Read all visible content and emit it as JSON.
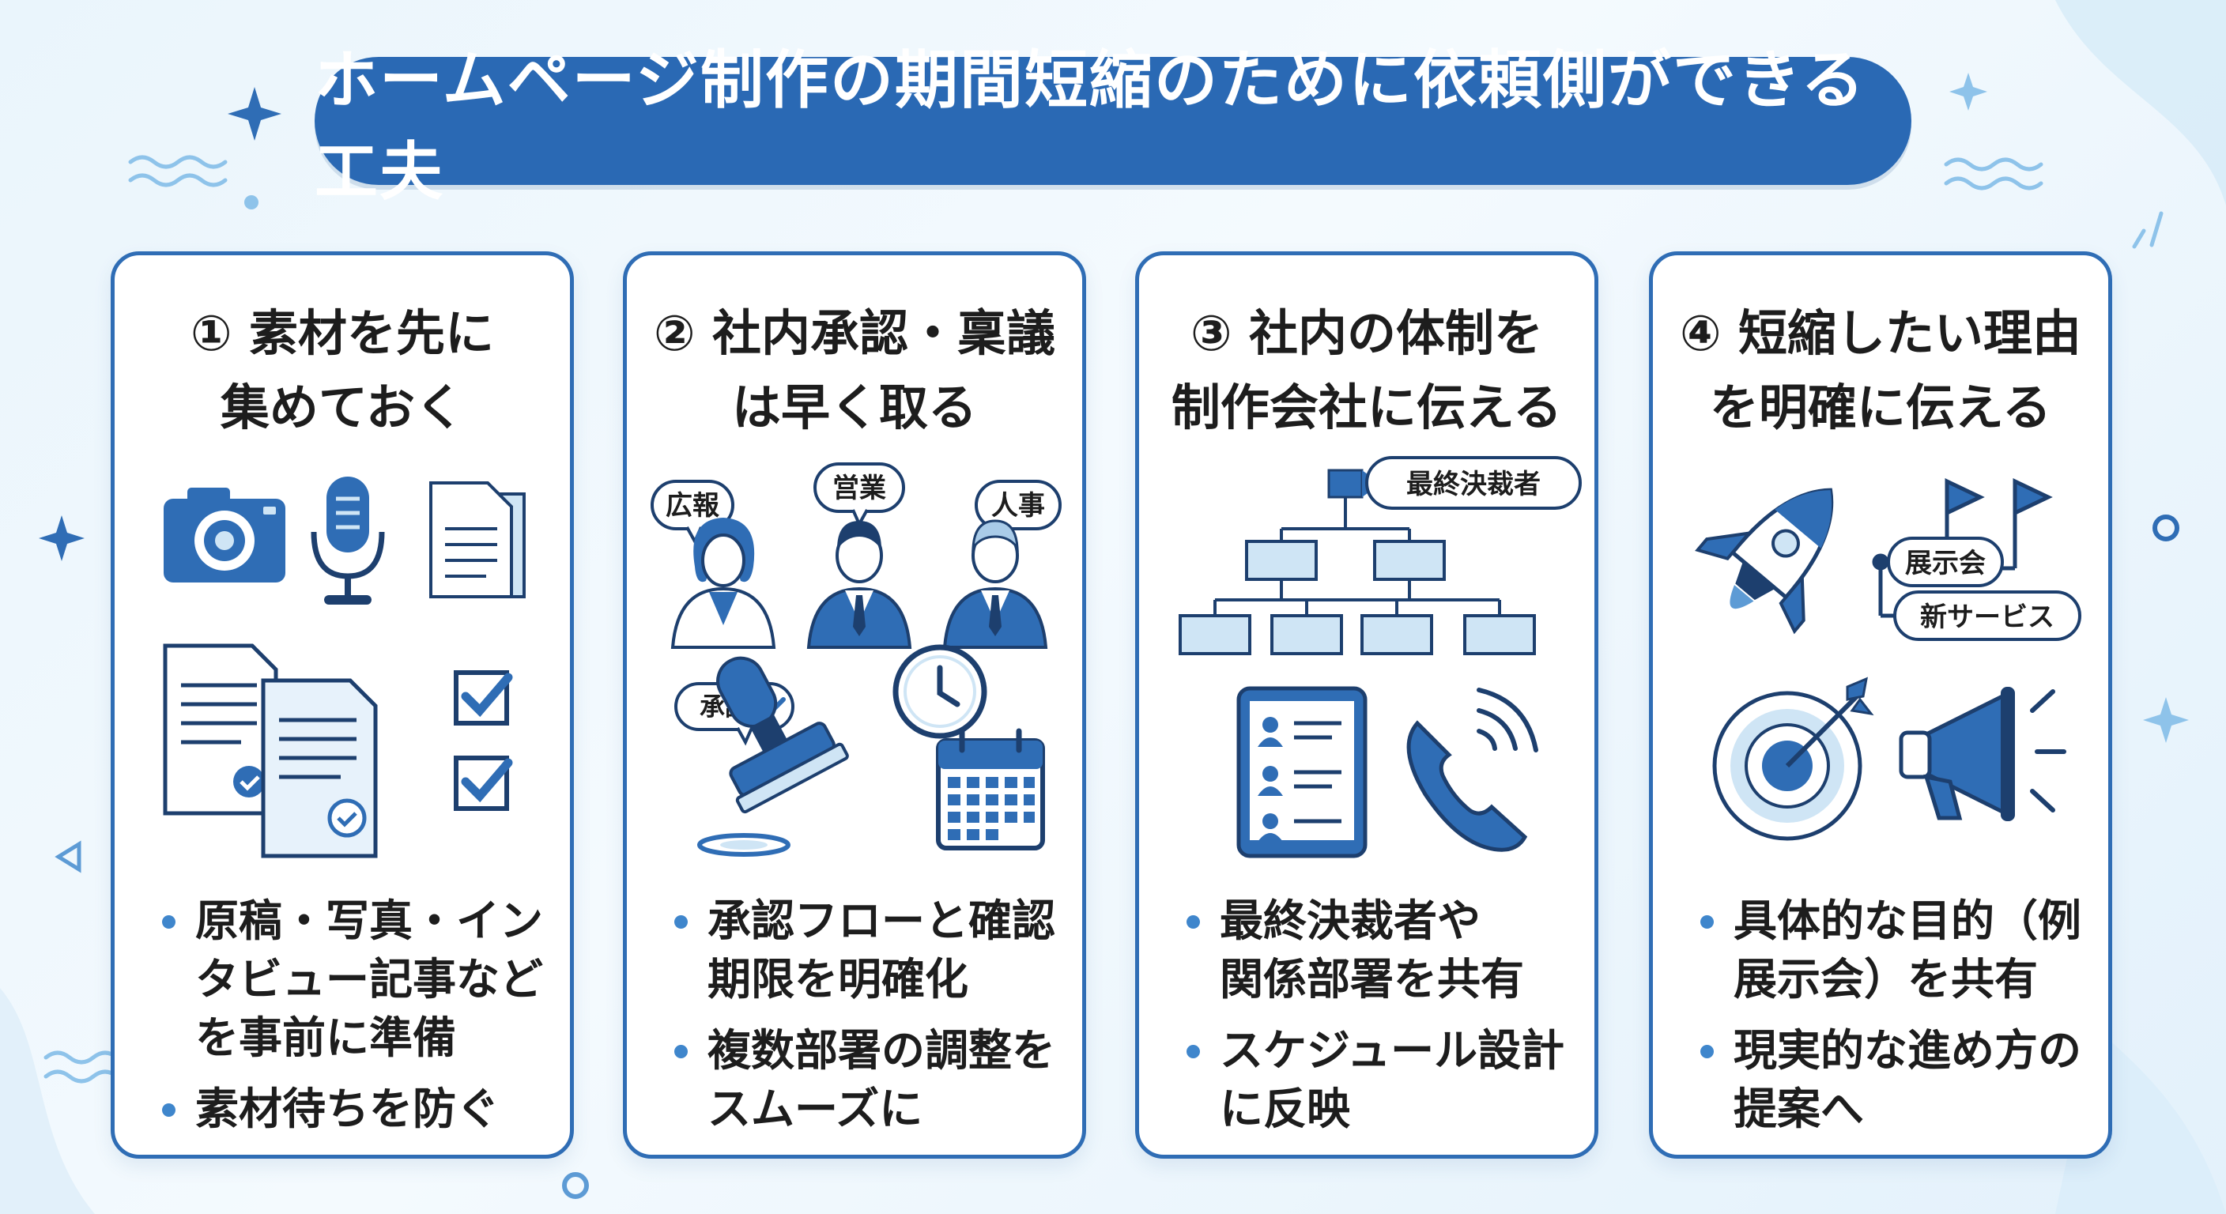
{
  "title": "ホームページ制作の期間短縮のために依頼側ができる工夫",
  "colors": {
    "primary": "#2a69b4",
    "light": "#cfe5f5",
    "mid": "#5d9bd5",
    "dark": "#1d3f6e",
    "text": "#1d1d1d"
  },
  "cards": [
    {
      "heading": [
        "① 素材を先に",
        "集めておく"
      ],
      "icons": [
        "camera-icon",
        "microphone-icon",
        "document-stack-icon",
        "checked-documents-icon",
        "checkbox-icon"
      ],
      "bullets": [
        [
          "原稿・写真・イン",
          "タビュー記事など",
          "を事前に準備"
        ],
        [
          "素材待ちを防ぐ"
        ]
      ]
    },
    {
      "heading": [
        "② 社内承認・稟議",
        "は早く取る"
      ],
      "labels": {
        "pr": "広報",
        "sales": "営業",
        "hr": "人事",
        "approval": "承認"
      },
      "icons": [
        "person-icon",
        "stamp-icon",
        "clock-icon",
        "calendar-icon",
        "check-icon"
      ],
      "bullets": [
        [
          "承認フローと確認",
          "期限を明確化"
        ],
        [
          "複数部署の調整を",
          "スムーズに"
        ]
      ]
    },
    {
      "heading": [
        "③ 社内の体制を",
        "制作会社に伝える"
      ],
      "labels": {
        "decision_maker": "最終決裁者"
      },
      "icons": [
        "flag-icon",
        "org-chart-icon",
        "tablet-icon",
        "phone-icon"
      ],
      "bullets": [
        [
          "最終決裁者や",
          "関係部署を共有"
        ],
        [
          "スケジュール設計",
          "に反映"
        ]
      ]
    },
    {
      "heading": [
        "④ 短縮したい理由",
        "を明確に伝える"
      ],
      "labels": {
        "exhibition": "展示会",
        "new_service": "新サービス"
      },
      "icons": [
        "rocket-icon",
        "flag-icon",
        "target-icon",
        "megaphone-icon"
      ],
      "bullets": [
        [
          "具体的な目的（例",
          "展示会）を共有"
        ],
        [
          "現実的な進め方の",
          "提案へ"
        ]
      ]
    }
  ]
}
